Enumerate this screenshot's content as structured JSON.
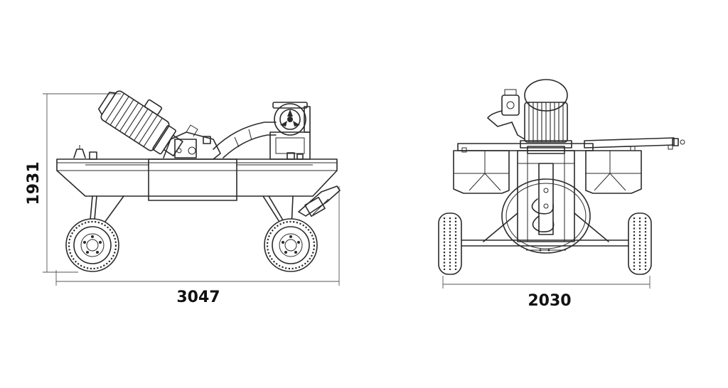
{
  "dimensions": {
    "side_height": "1931",
    "side_length": "3047",
    "front_width": "2030"
  },
  "colors": {
    "line": "#2a2a2a",
    "background": "#ffffff"
  }
}
